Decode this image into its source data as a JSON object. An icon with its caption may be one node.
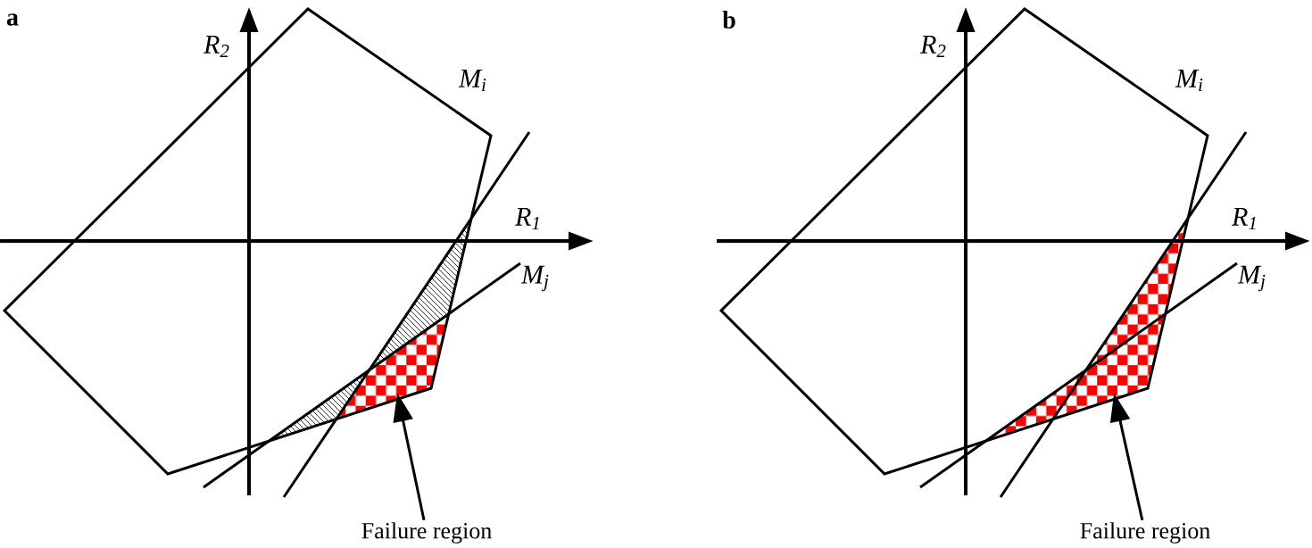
{
  "diagram": {
    "nodes": [
      {
        "text": [
          "Failure region"
        ]
      },
      {
        "text": [
          "Failure region"
        ]
      },
      {
        "text": [],
        "shape": "polygon"
      },
      {
        "text": [],
        "shape": "polygon"
      }
    ],
    "edges": [
      {
        "from": 0,
        "to": 2,
        "arrow": "to"
      },
      {
        "from": 1,
        "to": 3,
        "arrow": "to"
      }
    ],
    "labels": [
      "a",
      "R$_{2}$",
      "M$_{i}$",
      "R$_{1}$",
      "M$_{j}$",
      "b",
      "R$_{2}$",
      "M$_{i}$",
      "R$_{1}$",
      "M$_{j}$"
    ]
  }
}
